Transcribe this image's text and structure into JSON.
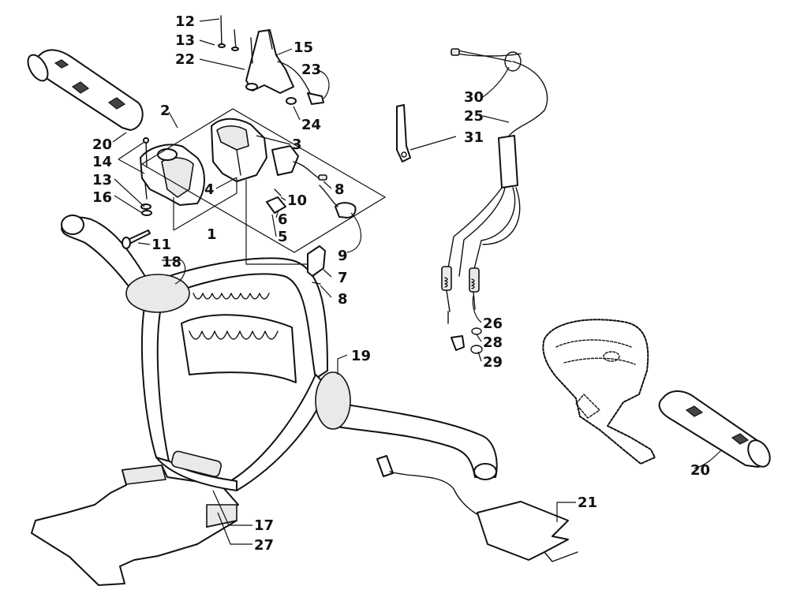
{
  "diagram": {
    "callouts": [
      {
        "id": "c12",
        "text": "12"
      },
      {
        "id": "c13a",
        "text": "13"
      },
      {
        "id": "c22",
        "text": "22"
      },
      {
        "id": "c15",
        "text": "15"
      },
      {
        "id": "c23",
        "text": "23"
      },
      {
        "id": "c24",
        "text": "24"
      },
      {
        "id": "c2",
        "text": "2"
      },
      {
        "id": "c3",
        "text": "3"
      },
      {
        "id": "c20a",
        "text": "20"
      },
      {
        "id": "c14",
        "text": "14"
      },
      {
        "id": "c13b",
        "text": "13"
      },
      {
        "id": "c16",
        "text": "16"
      },
      {
        "id": "c4",
        "text": "4"
      },
      {
        "id": "c8a",
        "text": "8"
      },
      {
        "id": "c10",
        "text": "10"
      },
      {
        "id": "c6",
        "text": "6"
      },
      {
        "id": "c5",
        "text": "5"
      },
      {
        "id": "c1",
        "text": "1"
      },
      {
        "id": "c11",
        "text": "11"
      },
      {
        "id": "c9",
        "text": "9"
      },
      {
        "id": "c18",
        "text": "18"
      },
      {
        "id": "c7",
        "text": "7"
      },
      {
        "id": "c8b",
        "text": "8"
      },
      {
        "id": "c30",
        "text": "30"
      },
      {
        "id": "c25",
        "text": "25"
      },
      {
        "id": "c31",
        "text": "31"
      },
      {
        "id": "c26",
        "text": "26"
      },
      {
        "id": "c28",
        "text": "28"
      },
      {
        "id": "c29",
        "text": "29"
      },
      {
        "id": "c19",
        "text": "19"
      },
      {
        "id": "c20b",
        "text": "20"
      },
      {
        "id": "c21",
        "text": "21"
      },
      {
        "id": "c17",
        "text": "17"
      },
      {
        "id": "c27",
        "text": "27"
      }
    ]
  }
}
